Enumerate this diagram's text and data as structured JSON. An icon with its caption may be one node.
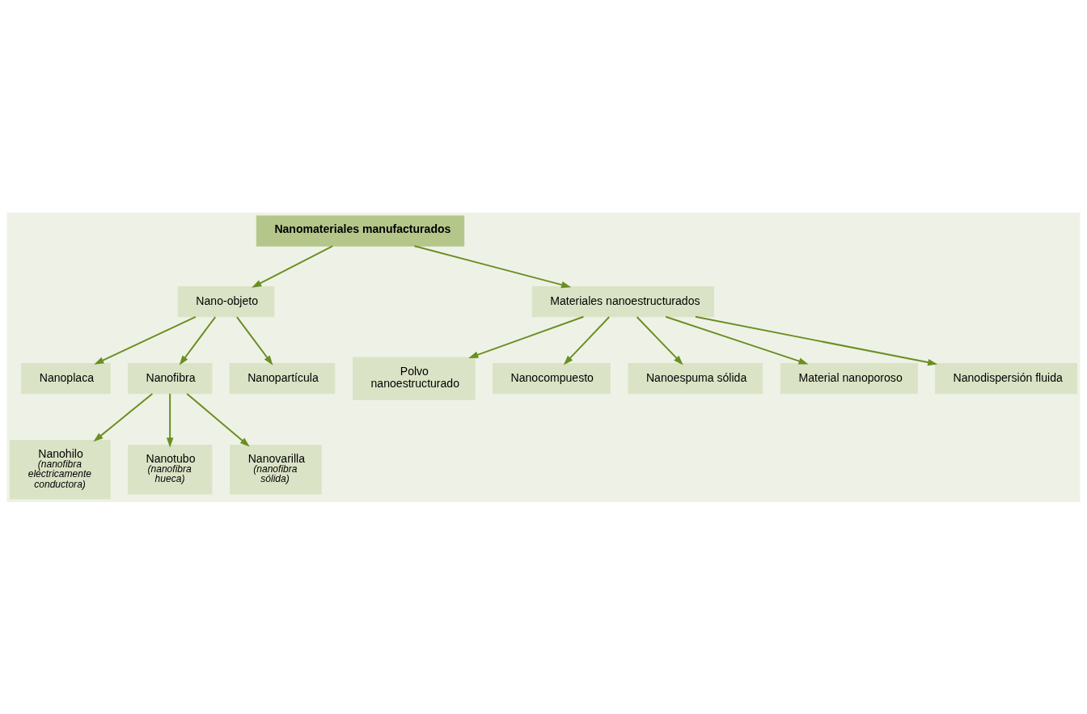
{
  "diagram": {
    "nodes": [
      {
        "text": [
          "Nanomateriales manufacturados"
        ]
      },
      {
        "text": [
          "Nano-objeto"
        ]
      },
      {
        "text": [
          "Materiales nanoestructurados"
        ]
      },
      {
        "text": [
          "Nanoplaca"
        ]
      },
      {
        "text": [
          "Nanofibra"
        ]
      },
      {
        "text": [
          "Nanopartícula"
        ]
      },
      {
        "text": [
          "Nanohilo",
          "(nanofibra eléctricamente conductora)"
        ]
      },
      {
        "text": [
          "Nanotubo",
          "(nanofibra hueca)"
        ]
      },
      {
        "text": [
          "Nanovarilla",
          "(nanofibra sólida)"
        ]
      },
      {
        "text": [
          "Polvo nanoestructurado"
        ]
      },
      {
        "text": [
          "Nanocompuesto"
        ]
      },
      {
        "text": [
          "Nanoespuma sólida"
        ]
      },
      {
        "text": [
          "Material nanoporoso"
        ]
      },
      {
        "text": [
          "Nanodispersión fluida"
        ]
      }
    ],
    "edges": [
      {
        "from": 0,
        "to": 1,
        "arrow": "to"
      },
      {
        "from": 0,
        "to": 2,
        "arrow": "to"
      },
      {
        "from": 1,
        "to": 3,
        "arrow": "to"
      },
      {
        "from": 1,
        "to": 4,
        "arrow": "to"
      },
      {
        "from": 1,
        "to": 5,
        "arrow": "to"
      },
      {
        "from": 4,
        "to": 6,
        "arrow": "to"
      },
      {
        "from": 4,
        "to": 7,
        "arrow": "to"
      },
      {
        "from": 4,
        "to": 8,
        "arrow": "to"
      },
      {
        "from": 2,
        "to": 9,
        "arrow": "to"
      },
      {
        "from": 2,
        "to": 10,
        "arrow": "to"
      },
      {
        "from": 2,
        "to": 11,
        "arrow": "to"
      },
      {
        "from": 2,
        "to": 12,
        "arrow": "to"
      },
      {
        "from": 2,
        "to": 13,
        "arrow": "to"
      }
    ]
  }
}
